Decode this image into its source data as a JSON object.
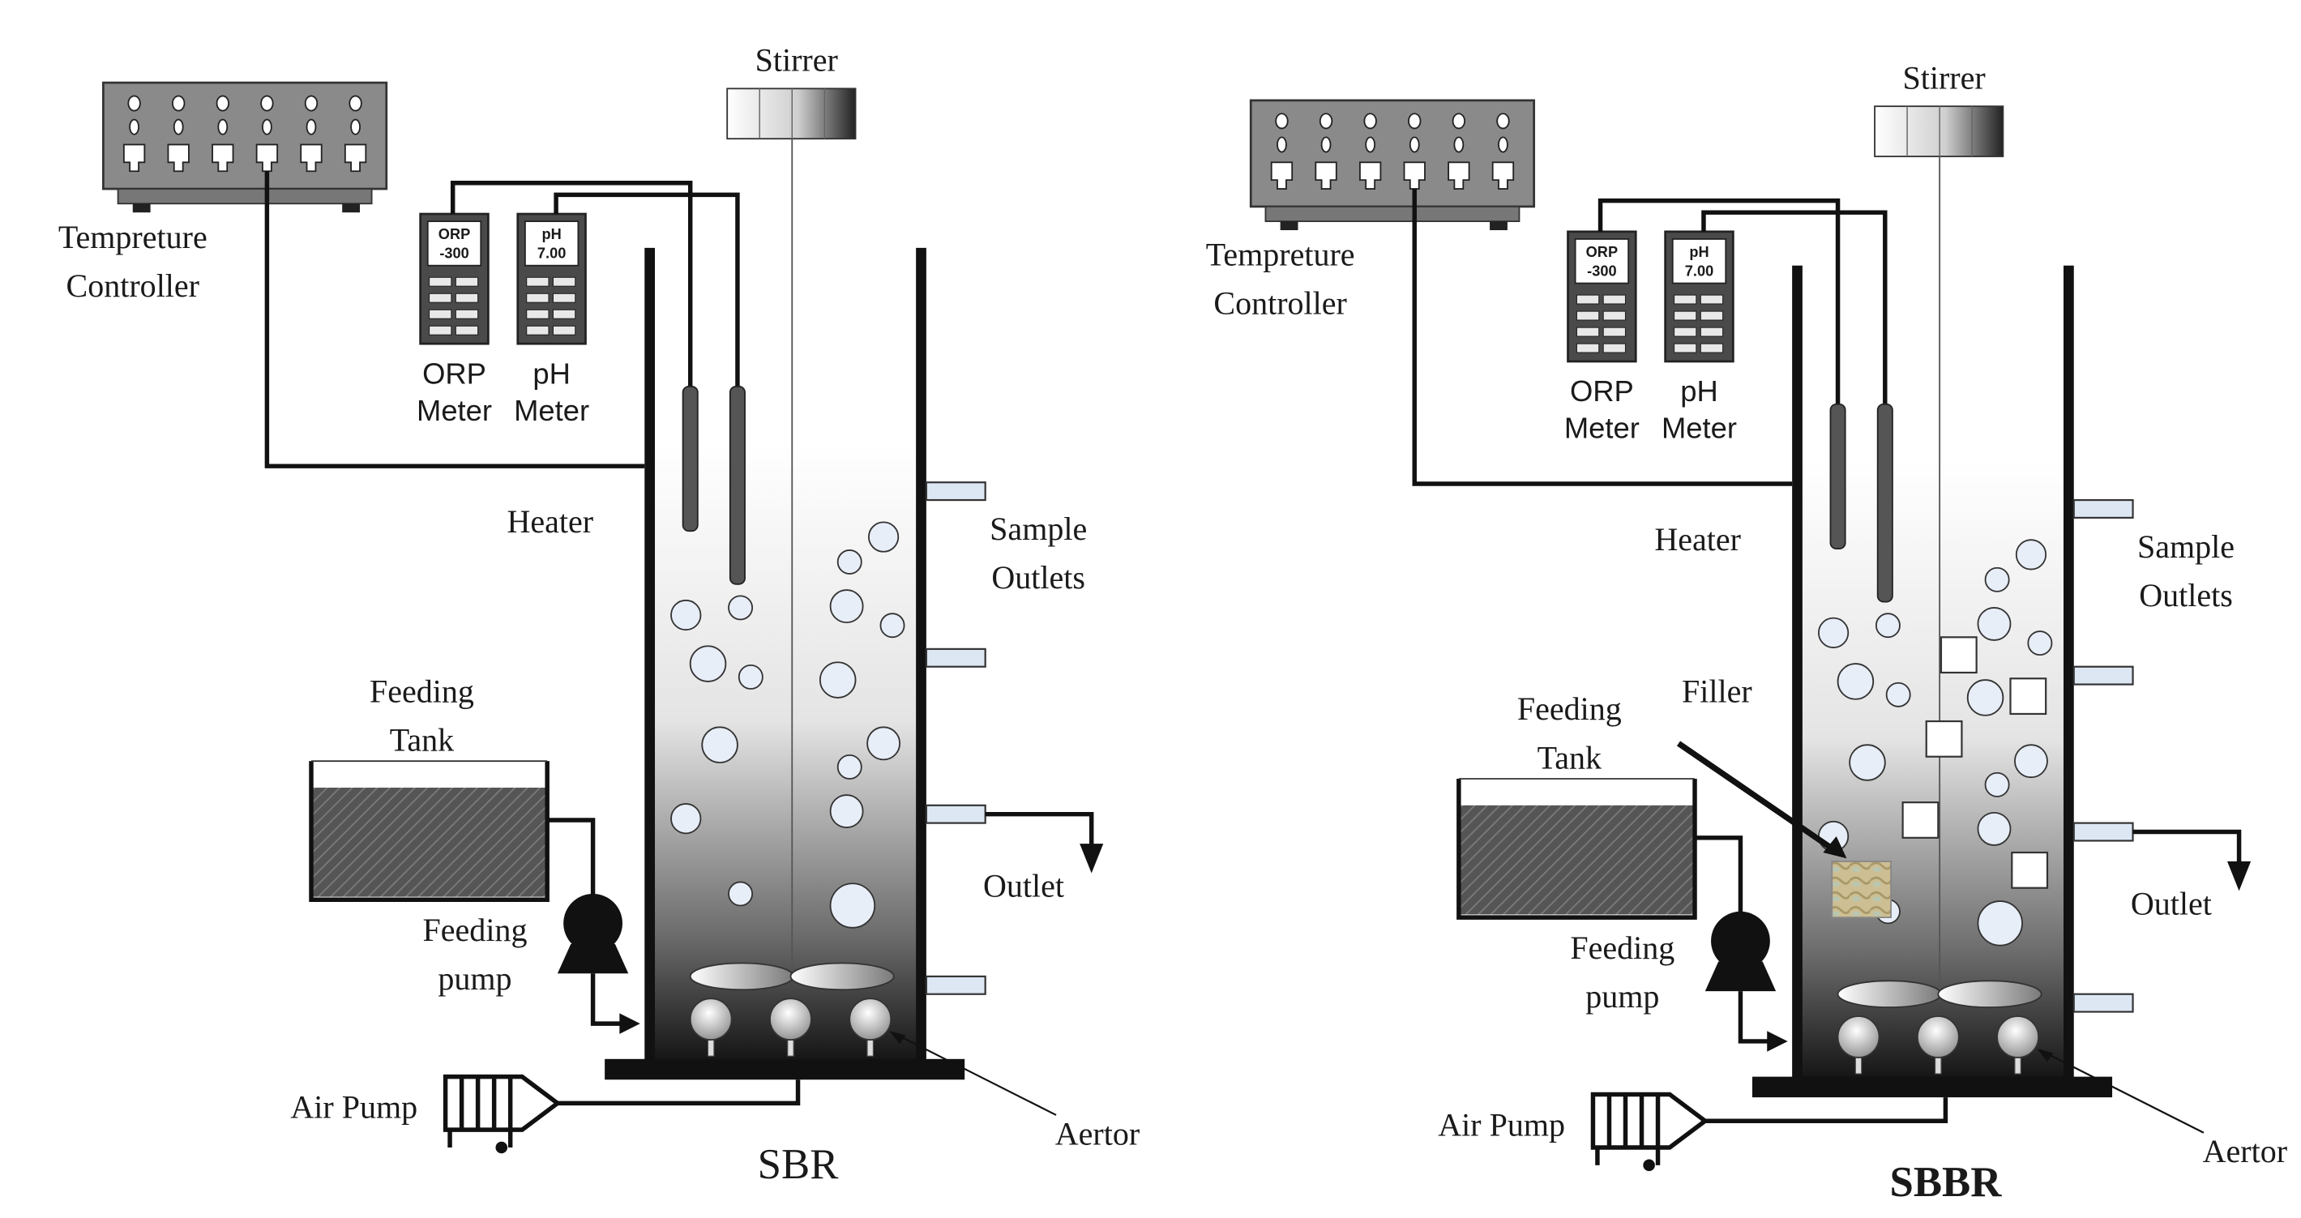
{
  "colors": {
    "ink": "#111111",
    "frame_gray": "#8a8a8a",
    "panel_dark": "#4a4a4a",
    "bubble_fill": "#e8eef8",
    "bubble_stroke": "#333333",
    "liquid_top": "#ffffff",
    "liquid_bottom": "#1c1c1c",
    "outlet_fill": "#dde7f4",
    "tank_fill": "#555555",
    "filler_fill": "#c9b98a"
  },
  "systems": [
    {
      "id": "sbr",
      "title": "SBR",
      "title_bold": false,
      "stirrer_label": "Stirrer",
      "temp_controller_label": [
        "Tempreture",
        "Controller"
      ],
      "orp_display": [
        "ORP",
        "-300"
      ],
      "ph_display": [
        "pH",
        "7.00"
      ],
      "orp_meter_label": [
        "ORP",
        "Meter"
      ],
      "ph_meter_label": [
        "pH",
        "Meter"
      ],
      "heater_label": "Heater",
      "sample_outlets_label": [
        "Sample",
        "Outlets"
      ],
      "feeding_tank_label": [
        "Feeding",
        "Tank"
      ],
      "feeding_pump_label": [
        "Feeding",
        "pump"
      ],
      "outlet_label": "Outlet",
      "air_pump_label": "Air Pump",
      "aertor_label": "Aertor",
      "filler_label": ""
    },
    {
      "id": "sbbr",
      "title": "SBBR",
      "title_bold": true,
      "stirrer_label": "Stirrer",
      "temp_controller_label": [
        "Tempreture",
        "Controller"
      ],
      "orp_display": [
        "ORP",
        "-300"
      ],
      "ph_display": [
        "pH",
        "7.00"
      ],
      "orp_meter_label": [
        "ORP",
        "Meter"
      ],
      "ph_meter_label": [
        "pH",
        "Meter"
      ],
      "heater_label": "Heater",
      "sample_outlets_label": [
        "Sample",
        "Outlets"
      ],
      "feeding_tank_label": [
        "Feeding",
        "Tank"
      ],
      "feeding_pump_label": [
        "Feeding",
        "pump"
      ],
      "outlet_label": "Outlet",
      "air_pump_label": "Air Pump",
      "aertor_label": "Aertor",
      "filler_label": "Filler"
    }
  ]
}
